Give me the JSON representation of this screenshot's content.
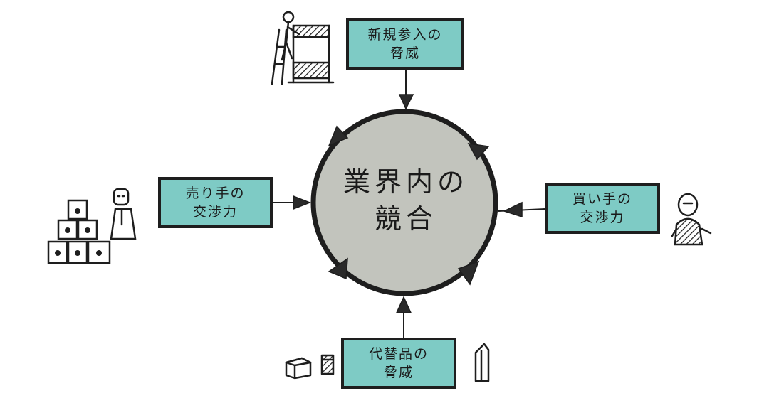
{
  "center": {
    "line1": "業界内の",
    "line2": "競合"
  },
  "forces": {
    "new_entrants": {
      "line1": "新規参入の",
      "line2": "脅威"
    },
    "sellers": {
      "line1": "売り手の",
      "line2": "交渉力"
    },
    "buyers": {
      "line1": "買い手の",
      "line2": "交渉力"
    },
    "substitutes": {
      "line1": "代替品の",
      "line2": "脅威"
    }
  },
  "colors": {
    "box_fill": "#7ecbc5",
    "circle_fill": "#c2c4bd",
    "ink": "#1e1e1e"
  },
  "icons": [
    "worker-on-ladder-icon",
    "stacked-boxes-icon",
    "seller-person-icon",
    "buyer-person-icon",
    "substitute-products-icon",
    "carton-icon"
  ]
}
